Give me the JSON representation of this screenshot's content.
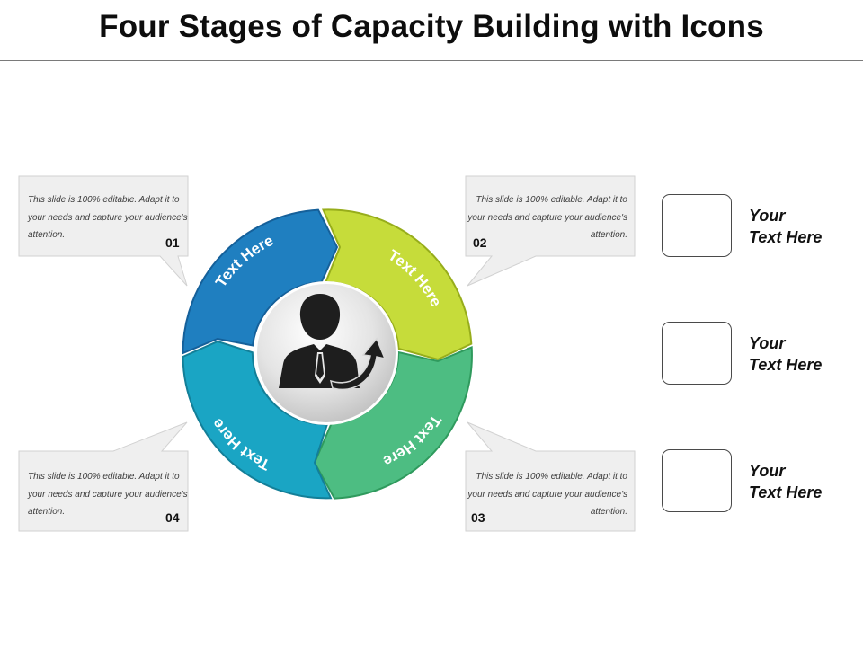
{
  "title": "Four Stages of Capacity Building with Icons",
  "segments": [
    {
      "label": "Text Here",
      "color": "#1f7fc0",
      "stroke": "#15609a"
    },
    {
      "label": "Text Here",
      "color": "#c6dc3a",
      "stroke": "#97ad1b"
    },
    {
      "label": "Text Here",
      "color": "#4dbd82",
      "stroke": "#2f9a5d"
    },
    {
      "label": "Text Here",
      "color": "#1aa5c4",
      "stroke": "#137f98"
    }
  ],
  "callouts": [
    {
      "number": "01",
      "text": "This slide is 100% editable. Adapt it to your needs and capture your audience's attention."
    },
    {
      "number": "02",
      "text": "This slide is 100% editable. Adapt it to your needs and capture your audience's attention."
    },
    {
      "number": "03",
      "text": "This slide is 100% editable. Adapt it to your needs and capture your audience's attention."
    },
    {
      "number": "04",
      "text": "This slide is 100% editable. Adapt it to your needs and capture your audience's attention."
    }
  ],
  "side_items": [
    {
      "line1": "Your",
      "line2": "Text Here",
      "icon": "hand-growth-chart-icon"
    },
    {
      "line1": "Your",
      "line2": "Text Here",
      "icon": "hexagon-chart-icon"
    },
    {
      "line1": "Your",
      "line2": "Text Here",
      "icon": "building-growth-icon"
    }
  ],
  "center_icon": "businessman-growth-icon",
  "colors": {
    "callout_bg": "#efefef",
    "callout_border": "#d2d2d2",
    "icon_dark": "#3a3a3a"
  }
}
